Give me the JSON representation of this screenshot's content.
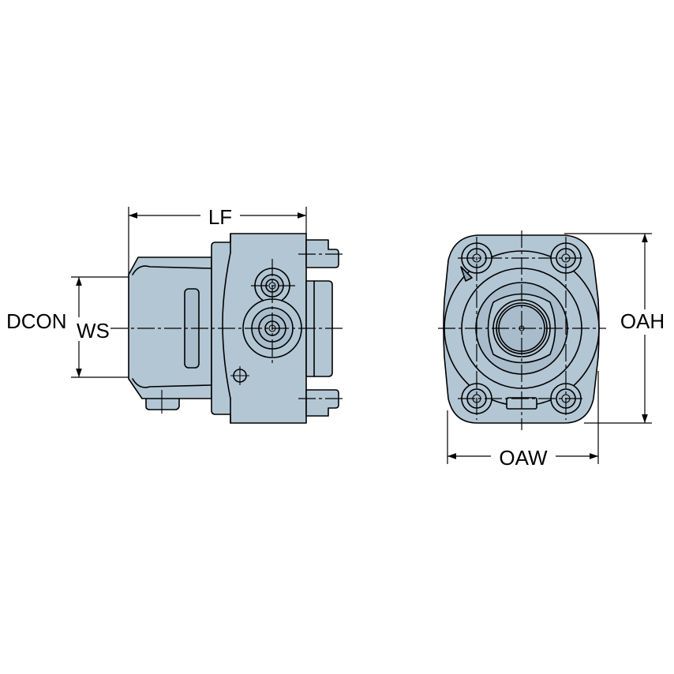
{
  "dimensions": {
    "lf": "LF",
    "dcon": "DCON",
    "ws": "WS",
    "oah": "OAH",
    "oaw": "OAW"
  },
  "colors": {
    "body": "#b3c6d4",
    "line": "#000000",
    "background": "#ffffff"
  }
}
